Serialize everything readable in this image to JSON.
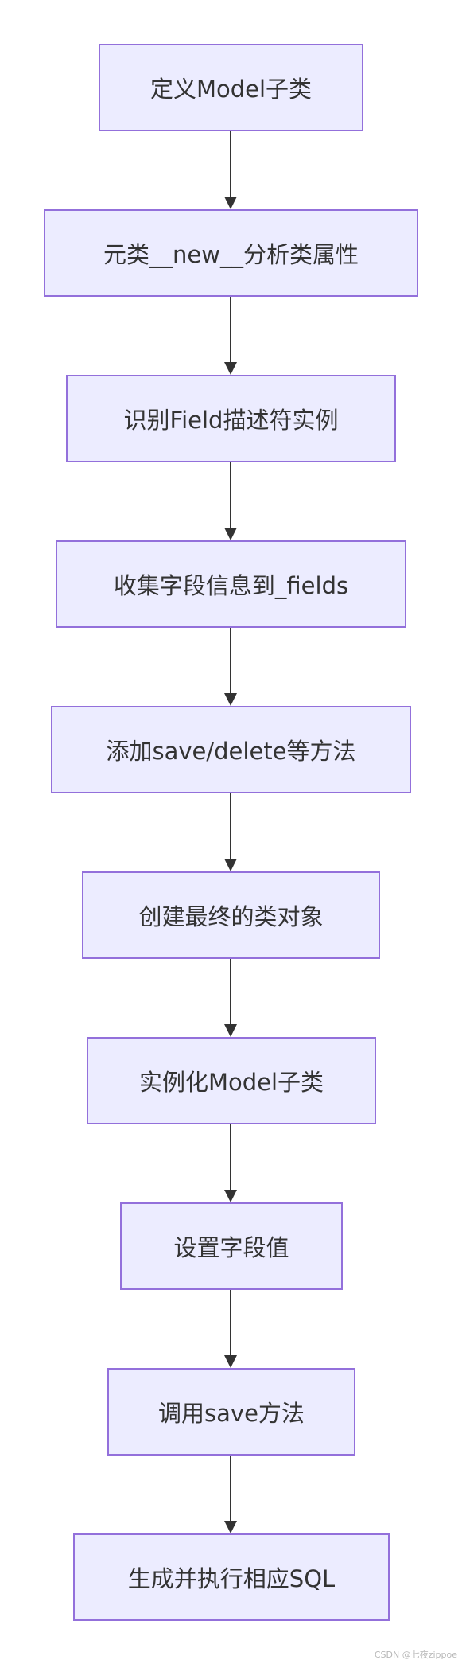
{
  "flowchart": {
    "nodes": [
      {
        "id": "n1",
        "label": "定义Model子类"
      },
      {
        "id": "n2",
        "label": "元类__new__分析类属性"
      },
      {
        "id": "n3",
        "label": "识别Field描述符实例"
      },
      {
        "id": "n4",
        "label": "收集字段信息到_fields"
      },
      {
        "id": "n5",
        "label": "添加save/delete等方法"
      },
      {
        "id": "n6",
        "label": "创建最终的类对象"
      },
      {
        "id": "n7",
        "label": "实例化Model子类"
      },
      {
        "id": "n8",
        "label": "设置字段值"
      },
      {
        "id": "n9",
        "label": "调用save方法"
      },
      {
        "id": "n10",
        "label": "生成并执行相应SQL"
      }
    ],
    "edges": [
      {
        "from": "n1",
        "to": "n2"
      },
      {
        "from": "n2",
        "to": "n3"
      },
      {
        "from": "n3",
        "to": "n4"
      },
      {
        "from": "n4",
        "to": "n5"
      },
      {
        "from": "n5",
        "to": "n6"
      },
      {
        "from": "n6",
        "to": "n7"
      },
      {
        "from": "n7",
        "to": "n8"
      },
      {
        "from": "n8",
        "to": "n9"
      },
      {
        "from": "n9",
        "to": "n10"
      }
    ]
  },
  "watermark": "CSDN @七夜zippoe",
  "colors": {
    "node_fill": "#ececff",
    "node_border": "#9370db",
    "text": "#333333",
    "edge": "#333333"
  }
}
